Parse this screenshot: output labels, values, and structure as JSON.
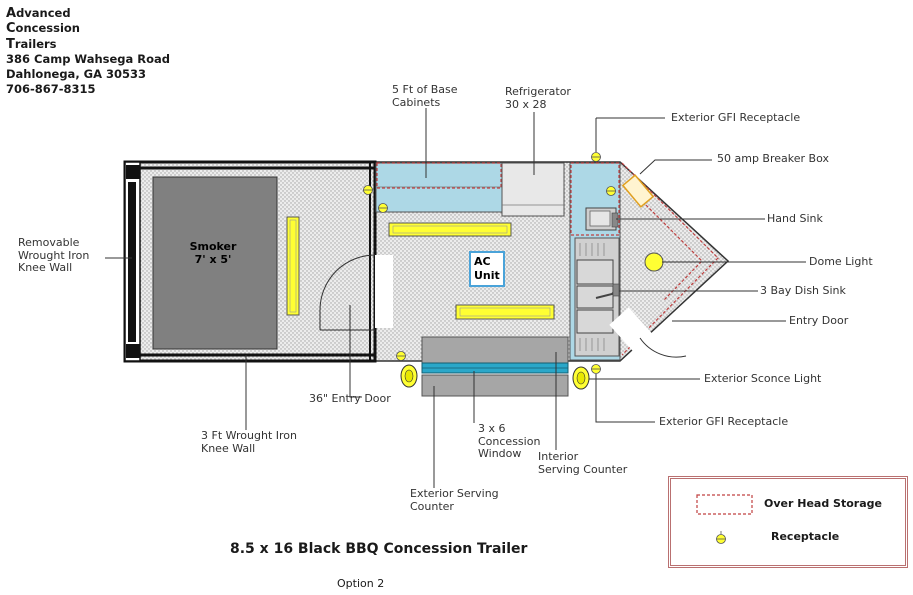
{
  "company": {
    "line1_initial": "A",
    "line1_rest": "dvanced",
    "line2_initial": "C",
    "line2_rest": "oncession",
    "line3_initial": "T",
    "line3_rest": "railers",
    "address": "386 Camp Wahsega Road",
    "city": "Dahlonega, GA 30533",
    "phone": "706-867-8315"
  },
  "labels": {
    "base_cabinets_1": "5 Ft of Base",
    "base_cabinets_2": "Cabinets",
    "refrigerator_1": "Refrigerator",
    "refrigerator_2": "30 x 28",
    "ext_gfi_top": "Exterior GFI Receptacle",
    "breaker_box": "50 amp Breaker Box",
    "hand_sink": "Hand Sink",
    "dome_light": "Dome Light",
    "dish_sink": "3 Bay Dish Sink",
    "entry_door_right": "Entry Door",
    "sconce_light": "Exterior Sconce Light",
    "ext_gfi_bottom": "Exterior GFI Receptacle",
    "knee_wall_left_1": "Removable",
    "knee_wall_left_2": "Wrought Iron",
    "knee_wall_left_3": "Knee Wall",
    "entry_door_36": "36\" Entry Door",
    "knee_wall_bottom_1": "3 Ft Wrought Iron",
    "knee_wall_bottom_2": "Knee Wall",
    "window_1": "3 x 6",
    "window_2": "Concession",
    "window_3": "Window",
    "interior_counter_1": "Interior",
    "interior_counter_2": "Serving Counter",
    "exterior_counter_1": "Exterior Serving",
    "exterior_counter_2": "Counter",
    "smoker_1": "Smoker",
    "smoker_2": "7' x 5'",
    "ac_1": "AC",
    "ac_2": "Unit"
  },
  "title": "8.5 x 16 Black BBQ Concession Trailer",
  "subtitle": "Option 2",
  "legend": {
    "overhead": "Over Head Storage",
    "receptacle": "Receptacle"
  },
  "colors": {
    "cabinet_blue": "#add8e6",
    "fixture_yellow": "#ffff33",
    "smoker_gray": "#808080",
    "overhead_dash": "#c04040",
    "window_teal": "#2aa7c9",
    "counter_gray": "#a6a6a6",
    "legend_border": "#b97070"
  }
}
